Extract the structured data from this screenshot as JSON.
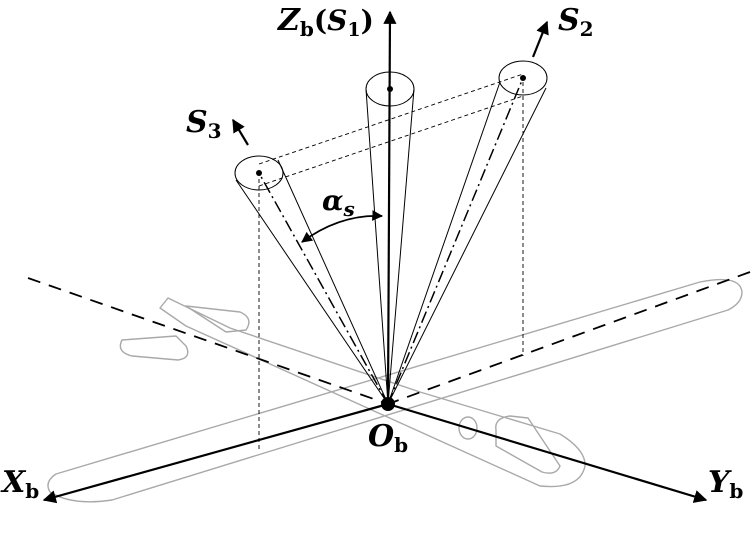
{
  "labels": {
    "zb": {
      "main": "Z",
      "sub": "b",
      "paren_open": "(",
      "s1_main": "S",
      "s1_sub": "1",
      "paren_close": ")"
    },
    "s2": {
      "main": "S",
      "sub": "2"
    },
    "s3": {
      "main": "S",
      "sub": "3"
    },
    "alpha": {
      "main": "α",
      "sub": "s"
    },
    "origin": {
      "main": "O",
      "sub": "b"
    },
    "xb": {
      "main": "X",
      "sub": "b"
    },
    "yb": {
      "main": "Y",
      "sub": "b"
    }
  },
  "colors": {
    "ink": "#000000",
    "aircraft_outline": "#a9a9a9",
    "background": "#ffffff"
  }
}
